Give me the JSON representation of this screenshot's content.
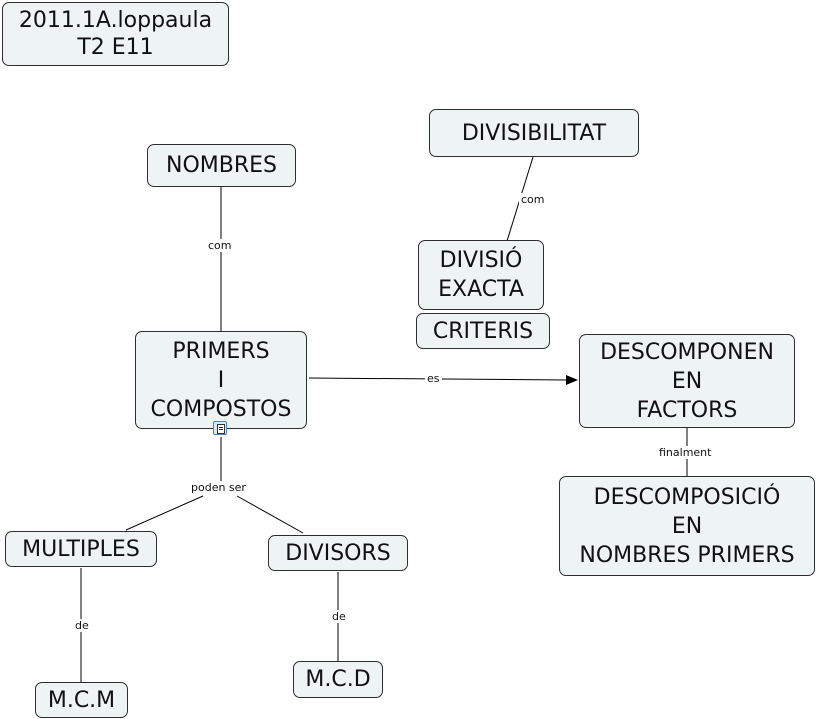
{
  "title_box": {
    "line1": "2011.1A.loppaula",
    "line2": "T2 E11"
  },
  "nodes": {
    "nombres": "NOMBRES",
    "divisibilitat": "DIVISIBILITAT",
    "divisio_exacta": {
      "line1": "DIVISIÓ",
      "line2": "EXACTA"
    },
    "criteris": "CRITERIS",
    "primers_i_compostos": {
      "line1": "PRIMERS",
      "line2": "I",
      "line3": "COMPOSTOS"
    },
    "descomponen_en_factors": {
      "line1": "DESCOMPONEN",
      "line2": "EN",
      "line3": "FACTORS"
    },
    "descomposicio_en_nombres_primers": {
      "line1": "DESCOMPOSICIÓ",
      "line2": "EN",
      "line3": "NOMBRES PRIMERS"
    },
    "multiples": "MULTIPLES",
    "divisors": "DIVISORS",
    "mcm": "M.C.M",
    "mcd": "M.C.D"
  },
  "links": {
    "nombres_primers": "com",
    "divisibilitat_divisio": "com",
    "primers_descomponen": "es",
    "descomponen_descomposicio": "finalment",
    "primers_children": "poden ser",
    "multiples_mcm": "de",
    "divisors_mcd": "de"
  },
  "icons": {
    "primers_resource": "document-icon"
  },
  "colors": {
    "node_fill": "#eef3f4",
    "node_border": "#2e2e2e",
    "line": "#000000"
  }
}
